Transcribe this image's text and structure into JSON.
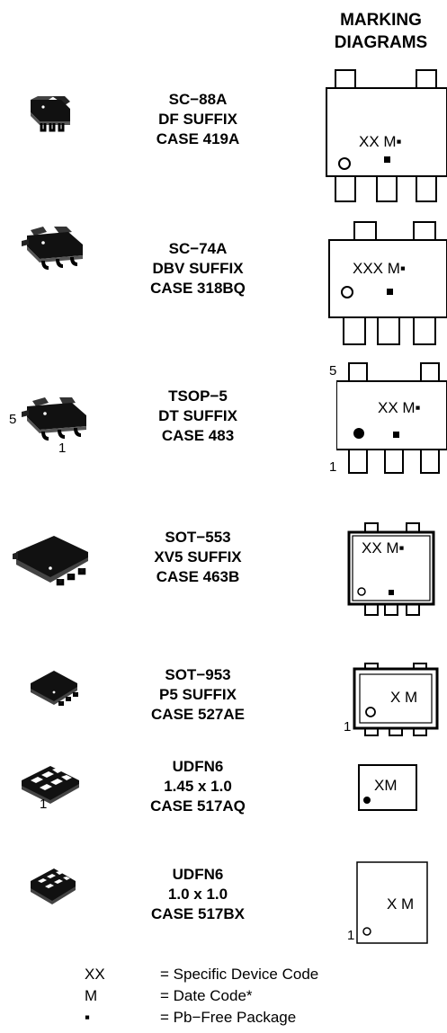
{
  "header": {
    "line1": "MARKING",
    "line2": "DIAGRAMS"
  },
  "packages": [
    {
      "name": "SC−88A",
      "suffix": "DF SUFFIX",
      "case": "CASE 419A",
      "marking": "XX M▪"
    },
    {
      "name": "SC−74A",
      "suffix": "DBV SUFFIX",
      "case": "CASE 318BQ",
      "marking": "XXX M▪"
    },
    {
      "name": "TSOP−5",
      "suffix": "DT SUFFIX",
      "case": "CASE 483",
      "marking": "XX M▪",
      "pin5": "5",
      "pin1": "1"
    },
    {
      "name": "SOT−553",
      "suffix": "XV5 SUFFIX",
      "case": "CASE 463B",
      "marking": "XX M▪"
    },
    {
      "name": "SOT−953",
      "suffix": "P5 SUFFIX",
      "case": "CASE 527AE",
      "marking": "X M",
      "pin1": "1"
    },
    {
      "name": "UDFN6",
      "suffix": "1.45 x 1.0",
      "case": "CASE 517AQ",
      "marking": "XM",
      "pin1": "1"
    },
    {
      "name": "UDFN6",
      "suffix": "1.0 x 1.0",
      "case": "CASE 517BX",
      "marking": "X M",
      "pin1": "1"
    }
  ],
  "legend": [
    {
      "symbol": "XX",
      "desc": "= Specific Device Code"
    },
    {
      "symbol": "M",
      "desc": "= Date Code*"
    },
    {
      "symbol": "▪",
      "desc": "= Pb−Free Package"
    }
  ]
}
